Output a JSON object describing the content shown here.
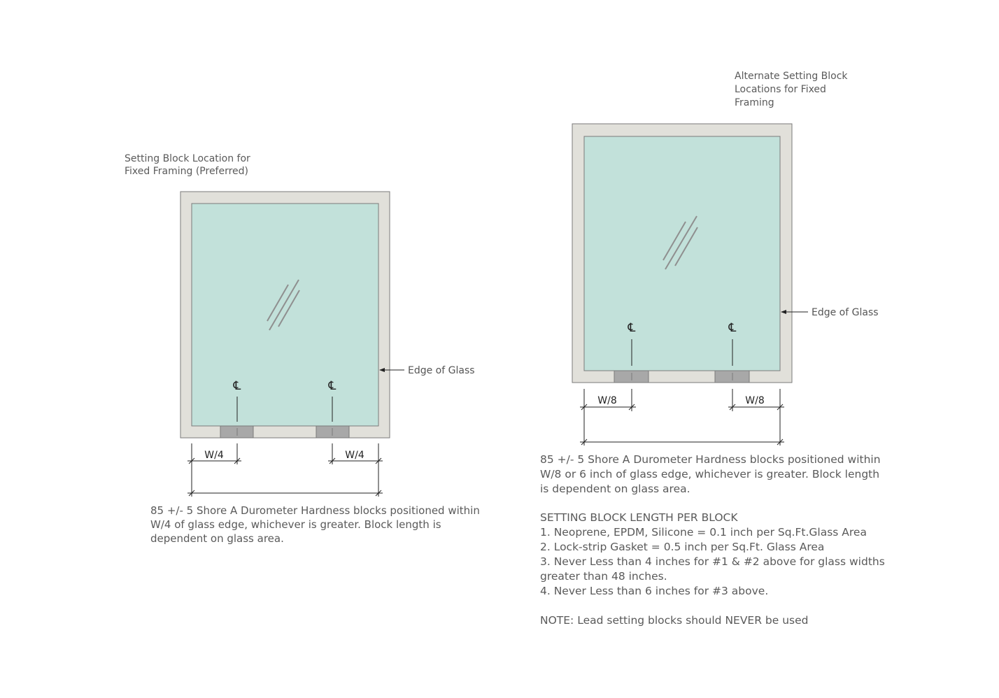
{
  "left": {
    "title_lines": [
      "Setting Block Location for",
      "Fixed Framing (Preferred)"
    ],
    "edge_label": "Edge of Glass",
    "centerline_symbol": "℄",
    "dim_label": "W/4",
    "description": [
      "85 +/- 5 Shore A Durometer Hardness blocks positioned within",
      "W/4 of glass edge, whichever is greater. Block length is",
      "dependent on glass area."
    ]
  },
  "right": {
    "title_lines": [
      "Alternate Setting Block",
      "Locations for Fixed",
      "Framing"
    ],
    "edge_label": "Edge of Glass",
    "centerline_symbol": "℄",
    "dim_label": "W/8",
    "description": [
      "85 +/- 5 Shore A Durometer Hardness blocks positioned within",
      "W/8 or 6 inch of glass edge, whichever is greater. Block length",
      "is dependent on glass area."
    ],
    "notes_heading": "SETTING BLOCK LENGTH PER BLOCK",
    "notes": [
      "1. Neoprene, EPDM, Silicone = 0.1 inch per Sq.Ft.Glass Area",
      "2. Lock-strip Gasket = 0.5 inch per Sq.Ft. Glass Area",
      "3. Never Less than 4 inches for #1 & #2 above for glass widths",
      "greater than 48 inches.",
      "4. Never Less than 6 inches for #3 above."
    ],
    "warning": "NOTE: Lead setting blocks should NEVER be used"
  },
  "colors": {
    "frame": "#e1e0da",
    "glass": "#c2e1da",
    "block": "#a8a8a8",
    "line": "#555555"
  }
}
